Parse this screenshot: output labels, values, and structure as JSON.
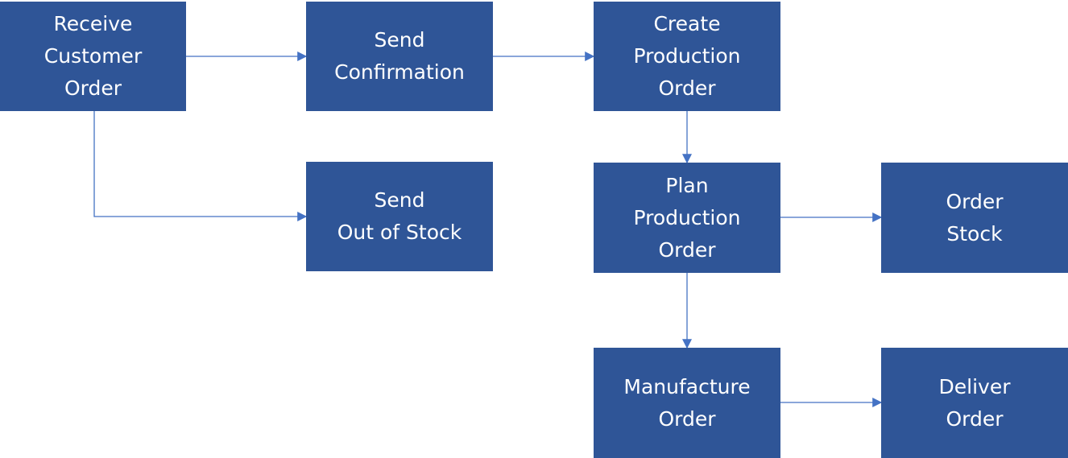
{
  "diagram": {
    "colors": {
      "box_fill": "#2f5597",
      "box_text": "#ffffff",
      "connector": "#4472c4",
      "background": "#ffffff"
    },
    "nodes": [
      {
        "id": "receive",
        "label": "Receive\nCustomer\nOrder"
      },
      {
        "id": "send_confirmation",
        "label": "Send\nConfirmation"
      },
      {
        "id": "create_production",
        "label": "Create\nProduction\nOrder"
      },
      {
        "id": "send_out_of_stock",
        "label": "Send\nOut of Stock"
      },
      {
        "id": "plan_production",
        "label": "Plan\nProduction\nOrder"
      },
      {
        "id": "order_stock",
        "label": "Order\nStock"
      },
      {
        "id": "manufacture",
        "label": "Manufacture\nOrder"
      },
      {
        "id": "deliver",
        "label": "Deliver\nOrder"
      }
    ],
    "edges": [
      {
        "from": "receive",
        "to": "send_confirmation"
      },
      {
        "from": "send_confirmation",
        "to": "create_production"
      },
      {
        "from": "receive",
        "to": "send_out_of_stock"
      },
      {
        "from": "create_production",
        "to": "plan_production"
      },
      {
        "from": "plan_production",
        "to": "order_stock"
      },
      {
        "from": "plan_production",
        "to": "manufacture"
      },
      {
        "from": "manufacture",
        "to": "deliver"
      }
    ]
  }
}
